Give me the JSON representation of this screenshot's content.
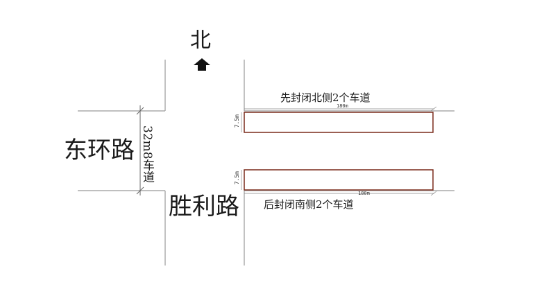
{
  "north": {
    "label": "北",
    "icon": "north-arrow-icon"
  },
  "roads": {
    "east_ring": {
      "name": "东环路",
      "width_note": "32m8车道"
    },
    "shengli": {
      "name": "胜利路"
    }
  },
  "closures": {
    "north_side": {
      "label": "先封闭北侧2个车道",
      "length": "180m",
      "width": "7.5m"
    },
    "south_side": {
      "label": "后封闭南侧2个车道",
      "length": "180m",
      "width": "7.5m"
    }
  },
  "colors": {
    "road_line": "#999999",
    "zone_border": "#7a2a1a"
  }
}
